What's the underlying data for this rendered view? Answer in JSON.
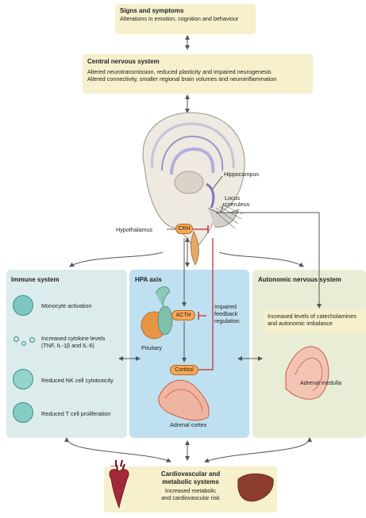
{
  "signs": {
    "title": "Signs and symptoms",
    "text": "Alterations in emotion, cognition and behaviour"
  },
  "cns": {
    "title": "Central nervous system",
    "line1": "Altered neurotransmission, reduced plasticity and impaired neurogenesis",
    "line2": "Altered connectivity, smaller regional brain volumes and neuroinflammation"
  },
  "brain_labels": {
    "hippocampus": "Hippocampus",
    "locus": "Locus",
    "coeruleus": "coeruleus",
    "hypothalamus": "Hypothalamus",
    "crh": "CRH"
  },
  "immune": {
    "title": "Immune system",
    "items": [
      {
        "label": "Monocyte activation"
      },
      {
        "label": "Increased cytokine levels",
        "sub": "(TNF, IL-1β and IL-6)"
      },
      {
        "label": "Reduced NK cell cytotoxicity"
      },
      {
        "label": "Reduced T cell proliferation"
      }
    ]
  },
  "hpa": {
    "title": "HPA axis",
    "acth": "ACTH",
    "cortisol": "Cortisol",
    "pituitary": "Pituitary",
    "feedback1": "Impaired",
    "feedback2": "feedback",
    "feedback3": "regulation",
    "adrenal_cortex": "Adrenal cortex"
  },
  "ans": {
    "title": "Autonomic nervous system",
    "line1": "Increased levels of catecholamines",
    "line2": "and autonomic imbalance",
    "adrenal_medulla": "Adrenal medulla"
  },
  "cardio": {
    "title1": "Cardiovascular and",
    "title2": "metabolic systems",
    "text1": "Increased metabolic",
    "text2": "and cardiovascular risk"
  },
  "colors": {
    "yellow_box": "#f6f0cc",
    "immune_panel": "#dcecec",
    "hpa_panel": "#bfe0f0",
    "ans_panel": "#e9edd6",
    "inhibit_red": "#c0282d",
    "arrow": "#555555",
    "hormone_pill": "#f4a85a"
  }
}
